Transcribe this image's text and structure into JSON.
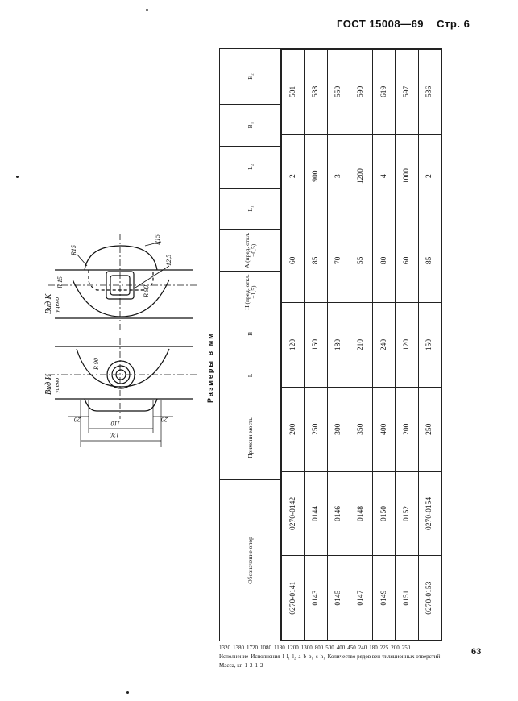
{
  "header": {
    "standard": "ГОСТ 15008—69",
    "page": "Стр. 6"
  },
  "page_number": "63",
  "caption": "Размеры в мм",
  "views": {
    "view_i": "Вид И",
    "view_k": "Вид К",
    "scale_note": "уцено"
  },
  "dims": {
    "d130": "130",
    "d110": "110",
    "d20a": "20",
    "d20b": "20",
    "r90a": "R 90",
    "r90b": "R 90",
    "r15a": "R15",
    "r15b": "R15",
    "r15c": "R 15",
    "r125": "12,5"
  },
  "table": {
    "headers": {
      "designation": "Обозначение опор",
      "execution": "Исполнение",
      "application": "Примени-мость",
      "exec2": "Исполнения",
      "L": "L",
      "B": "B",
      "H": "H (пред. откл. ±1,5)",
      "A": "A (пред. откл. ±0,5)",
      "L1": "L₁",
      "L2": "L₂",
      "B1": "B₁",
      "B2": "B₂",
      "l": "l",
      "l1": "l₁",
      "l2": "l₂",
      "a": "a",
      "b": "b",
      "b1": "b₁",
      "s": "s",
      "h1": "h₁",
      "holes": "Количество рядов вен-тиляционных отверстий",
      "mass": "Масса, кг",
      "n1": "1",
      "n2": "2",
      "n1b": "1",
      "n2b": "2"
    },
    "rows": [
      {
        "e1": "0270-0141",
        "e2": "0270-0142",
        "H": "200",
        "s": "120",
        "h1": "60",
        "mass": "501"
      },
      {
        "e1": "0143",
        "e2": "0144",
        "H": "250",
        "s": "150",
        "h1": "85",
        "mass": "538"
      },
      {
        "e1": "0145",
        "e2": "0146",
        "H": "300",
        "s": "180",
        "h1": "70",
        "mass": "550"
      },
      {
        "e1": "0147",
        "e2": "0148",
        "H": "350",
        "s": "210",
        "h1": "55",
        "mass": "590"
      },
      {
        "e1": "0149",
        "e2": "0150",
        "H": "400",
        "s": "240",
        "h1": "80",
        "mass": "619"
      },
      {
        "e1": "0151",
        "e2": "0152",
        "H": "200",
        "s": "120",
        "h1": "60",
        "mass": "597"
      },
      {
        "e1": "0270-0153",
        "e2": "0270-0154",
        "H": "250",
        "s": "150",
        "h1": "85",
        "mass": "536"
      }
    ],
    "groups": {
      "L": "1200",
      "B_a": "900",
      "B_b": "1000",
      "A": "1320",
      "L1": "1380",
      "L2": "1720",
      "B1_a": "1080",
      "B1_b": "1180",
      "B2_a": "1200",
      "B2_b": "1300",
      "l": "800",
      "l1": "500",
      "l2_a": "400",
      "l2_b": "450",
      "a": "240",
      "b_a": "180",
      "b1_a": "225",
      "b_b": "200",
      "b1_b": "250",
      "holes_a": "2",
      "holes_b": "3",
      "holes_c": "4",
      "holes_d": "2"
    }
  }
}
